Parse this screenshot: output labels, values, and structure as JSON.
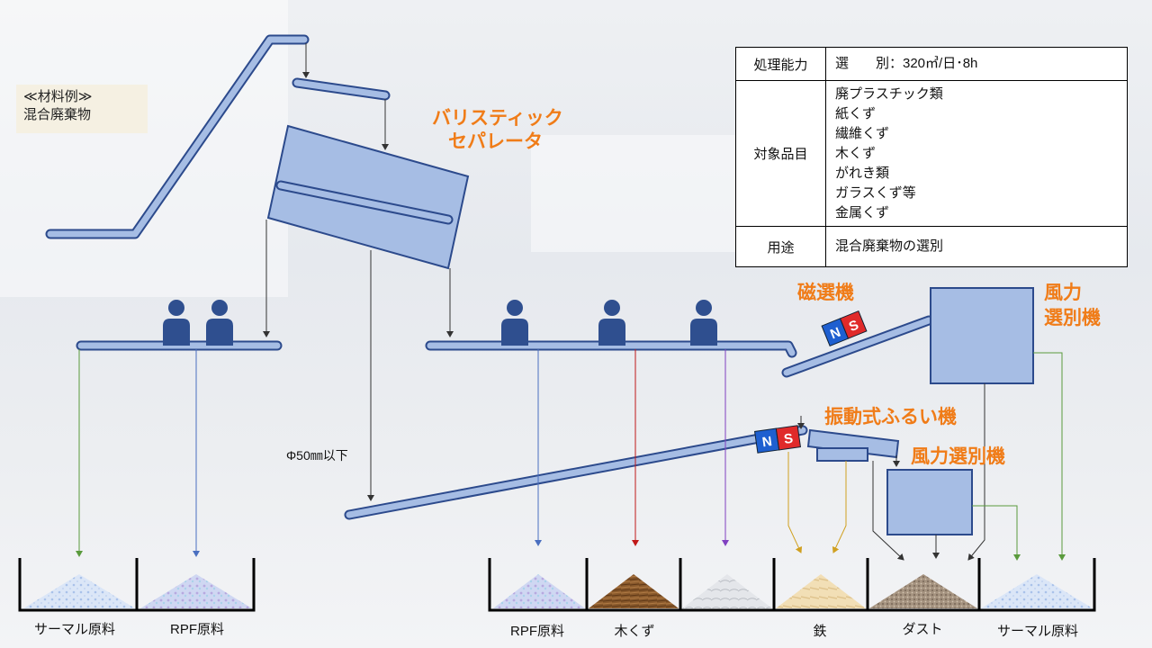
{
  "material_note": {
    "line1": "≪材料例≫",
    "line2": "混合廃棄物"
  },
  "labels": {
    "ballistic_line1": "バリスティック",
    "ballistic_line2": "セパレータ",
    "magnetic": "磁選機",
    "wind_line1": "風力",
    "wind_line2": "選別機",
    "vibration": "振動式ふるい機",
    "wind2": "風力選別機",
    "size": "Φ50㎜以下",
    "magnet_n": "N",
    "magnet_s": "S"
  },
  "spec_table": {
    "capacity_head": "処理能力",
    "capacity_value": "選　　別：320㎥/日･8h",
    "target_head": "対象品目",
    "target_items": [
      "廃プラスチック類",
      "紙くず",
      "繊維くず",
      "木くず",
      "がれき類",
      "ガラスくず等",
      "金属くず"
    ],
    "use_head": "用途",
    "use_value": "混合廃棄物の選別"
  },
  "bins_left": [
    "サーマル原料",
    "RPF原料"
  ],
  "bins_right": [
    "RPF原料",
    "木くず",
    "",
    "鉄",
    "ダスト",
    "サーマル原料"
  ],
  "colors": {
    "machine_fill": "#a6bde4",
    "machine_stroke": "#2c4a8c",
    "person": "#2f4f8f",
    "orange": "#f07c18",
    "line_green": "#5a9a3c",
    "line_blue": "#4a6fc0",
    "line_red": "#c01818",
    "line_purple": "#8040c0",
    "line_gold": "#d0a020",
    "line_black": "#333333"
  }
}
